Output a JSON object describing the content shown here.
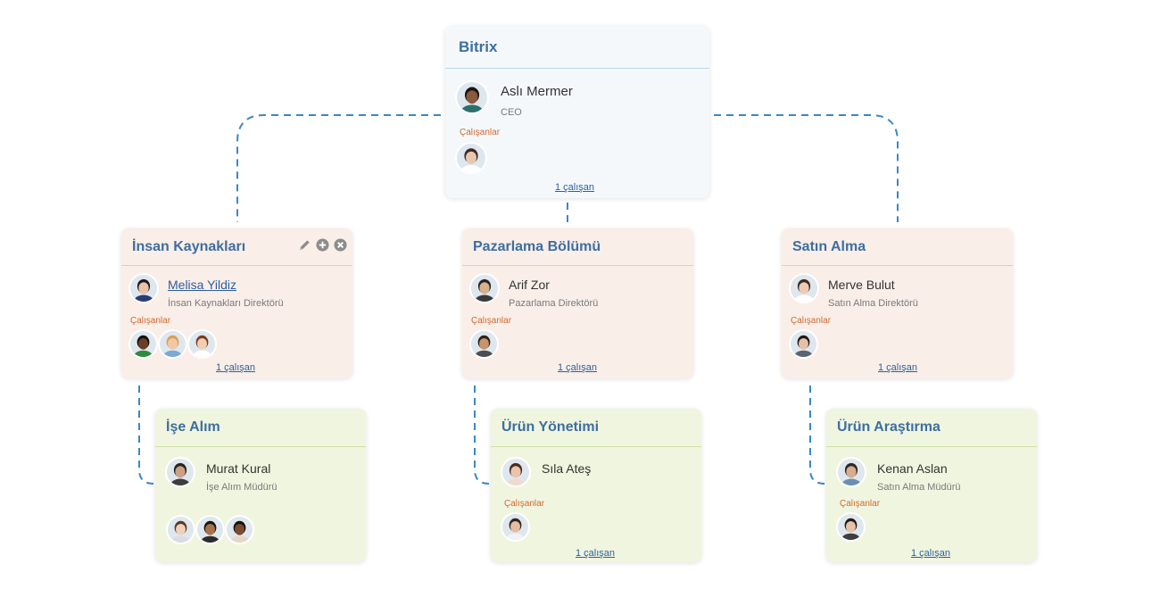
{
  "employees_label": "Çalışanlar",
  "units": [
    {
      "id": "bitrix",
      "title": "Bitrix",
      "head": {
        "name": "Aslı Mermer",
        "role": "CEO",
        "avatar": {
          "skin": "#8a5a3c",
          "hair": "#1e1410",
          "shirt": "#2c6f6a"
        }
      },
      "employees": [
        {
          "skin": "#e8c7b0",
          "hair": "#3a2a22",
          "shirt": "#ffffff"
        }
      ],
      "employee_count": "1 çalışan"
    },
    {
      "id": "hr",
      "title": "İnsan Kaynakları",
      "head": {
        "name": "Melisa Yildiz",
        "role": "İnsan Kaynakları Direktörü",
        "avatar": {
          "skin": "#e9c3a6",
          "hair": "#1e1a20",
          "shirt": "#2b3c74"
        }
      },
      "employees": [
        {
          "skin": "#6b3f26",
          "hair": "#111111",
          "shirt": "#2e8b3d"
        },
        {
          "skin": "#f0c8a8",
          "hair": "#d9a24e",
          "shirt": "#7aa9d6"
        },
        {
          "skin": "#f1cdb4",
          "hair": "#7a3b22",
          "shirt": "#ffffff"
        }
      ],
      "employee_count": "1 çalışan",
      "tools": [
        "pencil-icon",
        "plus-circle-icon",
        "close-circle-icon"
      ]
    },
    {
      "id": "marketing",
      "title": "Pazarlama Bölümü",
      "head": {
        "name": "Arif Zor",
        "role": "Pazarlama Direktörü",
        "avatar": {
          "skin": "#d9b08c",
          "hair": "#2a2523",
          "shirt": "#3a3a3a"
        }
      },
      "employees": [
        {
          "skin": "#c6946d",
          "hair": "#2b2219",
          "shirt": "#4b4f55"
        }
      ],
      "employee_count": "1 çalışan"
    },
    {
      "id": "purchasing",
      "title": "Satın Alma",
      "head": {
        "name": "Merve Bulut",
        "role": "Satın Alma Direktörü",
        "avatar": {
          "skin": "#edcbb2",
          "hair": "#3b2b22",
          "shirt": "#ffffff"
        }
      },
      "employees": [
        {
          "skin": "#e6c0a6",
          "hair": "#1f1815",
          "shirt": "#5a6470"
        }
      ],
      "employee_count": "1 çalışan"
    },
    {
      "id": "recruiting",
      "title": "İşe Alım",
      "head": {
        "name": "Murat Kural",
        "role": "İşe Alım Müdürü",
        "avatar": {
          "skin": "#caa184",
          "hair": "#2a2420",
          "shirt": "#3c3c3c"
        }
      },
      "employees": [
        {
          "skin": "#efd0bb",
          "hair": "#5a3a24",
          "shirt": "#d9dde3"
        },
        {
          "skin": "#a8714c",
          "hair": "#1b1512",
          "shirt": "#2b2b2b"
        },
        {
          "skin": "#7a4b30",
          "hair": "#111111",
          "shirt": "#e8d6c4"
        }
      ]
    },
    {
      "id": "product-mgmt",
      "title": "Ürün Yönetimi",
      "head": {
        "name": "Sıla Ateş",
        "role": "",
        "avatar": {
          "skin": "#ecc4ad",
          "hair": "#4a2c20",
          "shirt": "#f2d9d0"
        }
      },
      "employees": [
        {
          "skin": "#e4bc9f",
          "hair": "#2f2420",
          "shirt": "#f2f2f2"
        }
      ],
      "employee_count": "1 çalışan"
    },
    {
      "id": "product-research",
      "title": "Ürün Araştırma",
      "head": {
        "name": "Kenan Aslan",
        "role": "Satın Alma Müdürü",
        "avatar": {
          "skin": "#d6ad8e",
          "hair": "#2f2822",
          "shirt": "#6b8fb3"
        }
      },
      "employees": [
        {
          "skin": "#e5c2a8",
          "hair": "#241a15",
          "shirt": "#3e3e3e"
        }
      ],
      "employee_count": "1 çalışan"
    }
  ]
}
